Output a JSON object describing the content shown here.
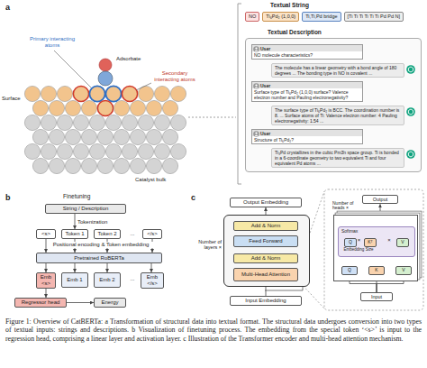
{
  "diagram": {
    "caption": "Figure 1: Overview of CatBERTa: a Transformation of structural data into textual format. The structural data undergoes conversion into two types of textual inputs: strings and descriptions. b Visualization of finetuning process. The embedding from the special token ‘<s>’ is input to the regression head, comprising a linear layer and activation layer. c Illustration of the Transformer encoder and multi-head attention mechanism.",
    "nodes": [
      {
        "text": [
          "NO"
        ]
      },
      {
        "text": [
          "Ti₆Pd₂ (1,0,0)"
        ]
      },
      {
        "text": [
          "Ti,Ti,Pd bridge"
        ]
      },
      {
        "text": [
          "[Ti Ti Ti Ti Ti Ti Pd Pd N]"
        ]
      },
      {
        "text": [
          "Textual Description"
        ]
      },
      {
        "text": [
          "User",
          "NO molecule characteristics?"
        ],
        "in": 4
      },
      {
        "text": [
          "The molecule has a linear geometry with a bond angle of 180 degrees ... The bonding type in NO is covalent ..."
        ],
        "in": 4
      },
      {
        "text": [
          "User",
          "Surface type of Ti₆Pd₂ (1,0,0) surface? Valence electron number and Pauling electronegativity?"
        ],
        "in": 4
      },
      {
        "text": [
          "The surface type of Ti₆Pd₂ is BCC. The coordination number is 8. ... Surface atoms of Ti: Valence electron number: 4 Pauling electronegativity: 1.54 ..."
        ],
        "in": 4
      },
      {
        "text": [
          "User",
          "Structure of Ti₆Pd₂?"
        ],
        "in": 4
      },
      {
        "text": [
          "Ti₃Pd crystallizes in the cubic Pm3̄n space group. Ti is bonded in a 6-coordinate geometry to two equivalent Ti and four equivalent Pd atoms ..."
        ],
        "in": 4
      },
      {
        "text": [
          "String / Description"
        ]
      },
      {
        "text": [
          "<s>"
        ]
      },
      {
        "text": [
          "Token 1"
        ]
      },
      {
        "text": [
          "Token 2"
        ]
      },
      {
        "text": [
          "</s>"
        ]
      },
      {
        "text": [
          "Pretrained RoBERTa"
        ]
      },
      {
        "text": [
          "Emb <s>"
        ]
      },
      {
        "text": [
          "Emb 1"
        ]
      },
      {
        "text": [
          "Emb 2"
        ]
      },
      {
        "text": [
          "Emb </s>"
        ]
      },
      {
        "text": [
          "Regressor head"
        ]
      },
      {
        "text": [
          "Energy"
        ]
      },
      {
        "text": [
          "Output Embedding"
        ]
      },
      {
        "text": [
          "Number of layers ×"
        ]
      },
      {
        "text": [
          "Add & Norm"
        ],
        "in": 24
      },
      {
        "text": [
          "Feed Forward"
        ],
        "in": 24
      },
      {
        "text": [
          "Add & Norm"
        ],
        "in": 24
      },
      {
        "text": [
          "Multi-Head Attention"
        ],
        "in": 24
      },
      {
        "text": [
          "Input Embedding"
        ]
      },
      {
        "text": [
          "Output"
        ]
      },
      {
        "text": [
          "Number of heads ×"
        ]
      },
      {
        "text": [
          "Softmax"
        ],
        "in": 31
      },
      {
        "text": [
          "Q"
        ],
        "in": 32
      },
      {
        "text": [
          "Kᵀ"
        ],
        "in": 32
      },
      {
        "text": [
          "V"
        ],
        "in": 32
      },
      {
        "text": [
          "Q"
        ],
        "in": 31
      },
      {
        "text": [
          "K"
        ],
        "in": 31
      },
      {
        "text": [
          "V"
        ],
        "in": 31
      },
      {
        "text": [
          "Input"
        ]
      }
    ],
    "edges": [
      {
        "from": 11,
        "to": 13,
        "arrow": "to"
      },
      {
        "from": 12,
        "to": 16,
        "arrow": "to"
      },
      {
        "from": 13,
        "to": 16,
        "arrow": "to"
      },
      {
        "from": 14,
        "to": 16,
        "arrow": "to"
      },
      {
        "from": 15,
        "to": 16,
        "arrow": "to"
      },
      {
        "from": 16,
        "to": 17,
        "arrow": "to"
      },
      {
        "from": 16,
        "to": 18,
        "arrow": "to"
      },
      {
        "from": 16,
        "to": 19,
        "arrow": "to"
      },
      {
        "from": 16,
        "to": 20,
        "arrow": "to"
      },
      {
        "from": 17,
        "to": 21,
        "arrow": "to"
      },
      {
        "from": 21,
        "to": 22,
        "arrow": "to"
      },
      {
        "from": 29,
        "to": 28,
        "arrow": "to"
      },
      {
        "from": 28,
        "to": 27,
        "arrow": "to"
      },
      {
        "from": 27,
        "to": 26,
        "arrow": "to"
      },
      {
        "from": 26,
        "to": 25,
        "arrow": "to"
      },
      {
        "from": 25,
        "to": 23,
        "arrow": "to"
      },
      {
        "from": 39,
        "to": 36,
        "arrow": "to"
      },
      {
        "from": 39,
        "to": 37,
        "arrow": "to"
      },
      {
        "from": 39,
        "to": 38,
        "arrow": "to"
      },
      {
        "from": 36,
        "to": 32,
        "arrow": "to"
      },
      {
        "from": 37,
        "to": 32,
        "arrow": "to"
      },
      {
        "from": 38,
        "to": 32,
        "arrow": "to"
      },
      {
        "from": 32,
        "to": 30,
        "arrow": "to"
      }
    ],
    "labels": [
      "a",
      "Primary interacting atoms",
      "Adsorbate",
      "Secondary interacting atoms",
      "Surface",
      "Catalyst bulk",
      "Textual String",
      "b",
      "Finetuning",
      "Tokenization",
      "...",
      "Positional encoding & Token embedding",
      "...",
      "c",
      "×",
      "Embedding Size",
      "×"
    ]
  }
}
